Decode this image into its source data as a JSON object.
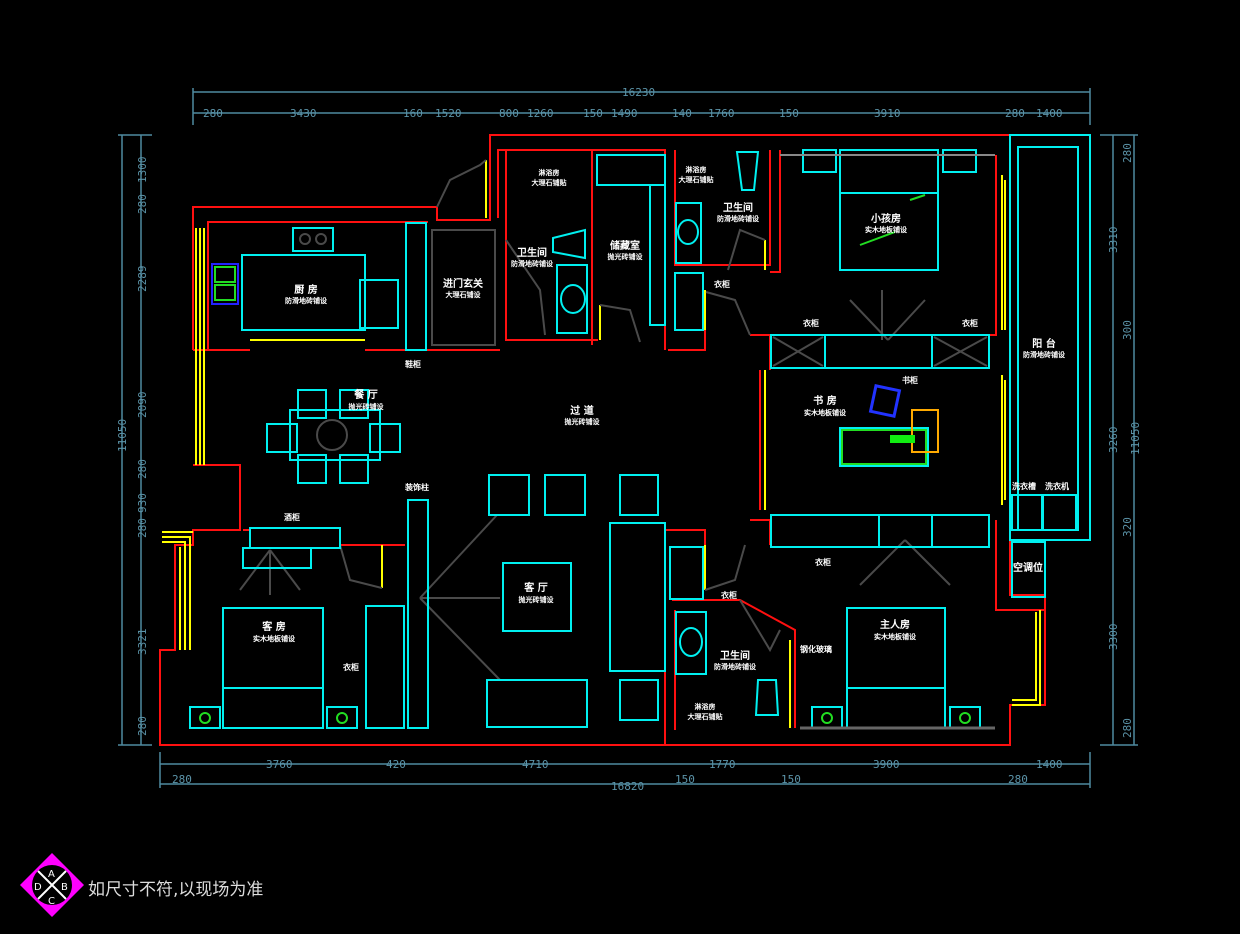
{
  "dimensions": {
    "top_total": "16230",
    "top": [
      "280",
      "3430",
      "160",
      "1520",
      "800",
      "1260",
      "150",
      "1490",
      "140",
      "1760",
      "150",
      "3910",
      "280",
      "1400"
    ],
    "bottom_total": "16820",
    "bottom": [
      "280",
      "3760",
      "420",
      "4710",
      "150",
      "1770",
      "150",
      "3900",
      "280",
      "1400"
    ],
    "left_total": "11050",
    "left": [
      "1300",
      "280",
      "2289",
      "2090",
      "280",
      "930",
      "280",
      "3321",
      "280"
    ],
    "right_total": "11050",
    "right": [
      "280",
      "3310",
      "300",
      "3260",
      "320",
      "3300",
      "280"
    ]
  },
  "rooms": {
    "kitchen": {
      "name": "厨 房",
      "floor": "防滑地砖铺设"
    },
    "entrance": {
      "name": "进门玄关",
      "floor": "大理石铺设"
    },
    "shower1": {
      "name": "淋浴房",
      "floor": "大理石铺贴"
    },
    "bath1": {
      "name": "卫生间",
      "floor": "防滑地砖铺设"
    },
    "storage": {
      "name": "储藏室",
      "floor": "抛光砖铺设"
    },
    "shower2": {
      "name": "淋浴房",
      "floor": "大理石铺贴"
    },
    "bath2": {
      "name": "卫生间",
      "floor": "防滑地砖铺设"
    },
    "kids_room": {
      "name": "小孩房",
      "floor": "实木地板铺设"
    },
    "study": {
      "name": "书 房",
      "floor": "实木地板铺设"
    },
    "balcony": {
      "name": "阳 台",
      "floor": "防滑地砖铺设"
    },
    "dining": {
      "name": "餐 厅",
      "floor": "抛光砖铺设"
    },
    "corridor": {
      "name": "过 道",
      "floor": "抛光砖铺设"
    },
    "living": {
      "name": "客 厅",
      "floor": "抛光砖铺设"
    },
    "guest_room": {
      "name": "客 房",
      "floor": "实木地板铺设"
    },
    "bath3": {
      "name": "卫生间",
      "floor": "防滑地砖铺设"
    },
    "shower3": {
      "name": "淋浴房",
      "floor": "大理石铺贴"
    },
    "master_room": {
      "name": "主人房",
      "floor": "实木地板铺设"
    }
  },
  "labels": {
    "shoe_cabinet": "鞋柜",
    "wardrobe1": "衣柜",
    "wardrobe2": "衣柜",
    "wardrobe3": "衣柜",
    "bookcase": "书柜",
    "wash_sink": "洗衣槽",
    "washer": "洗衣机",
    "ac": "空调位",
    "deco_column": "装饰柱",
    "wine_cabinet": "酒柜",
    "wardrobe4": "衣柜",
    "wardrobe5": "衣柜",
    "wardrobe6": "衣柜",
    "glass": "钢化玻璃"
  },
  "footer": {
    "logo_letters": [
      "A",
      "B",
      "C",
      "D"
    ],
    "note": "如尺寸不符,以现场为准"
  },
  "colors": {
    "wall": "#ff1010",
    "furniture": "#00f0f0",
    "window": "#ffff00",
    "dimension": "#4f8aa0",
    "logo": "#ff00ff"
  }
}
